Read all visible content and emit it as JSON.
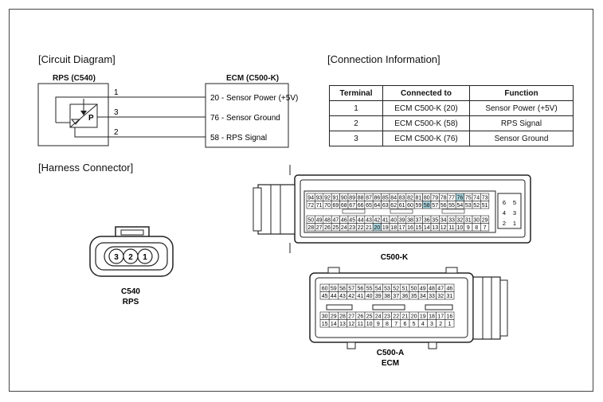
{
  "circuit": {
    "title": "[Circuit Diagram]",
    "rps_label": "RPS (C540)",
    "ecm_label": "ECM (C500-K)",
    "rps_pins": [
      "1",
      "3",
      "2"
    ],
    "sensor_letter": "P",
    "ecm_pins": [
      "20 - Sensor Power (+5V)",
      "76 - Sensor Ground",
      "58 - RPS Signal"
    ]
  },
  "connection": {
    "title": "[Connection Information]",
    "headers": [
      "Terminal",
      "Connected to",
      "Function"
    ],
    "rows": [
      [
        "1",
        "ECM C500-K (20)",
        "Sensor Power (+5V)"
      ],
      [
        "2",
        "ECM C500-K (58)",
        "RPS Signal"
      ],
      [
        "3",
        "ECM C500-K (76)",
        "Sensor Ground"
      ]
    ]
  },
  "harness": {
    "title": "[Harness Connector]",
    "c540": {
      "pins": [
        "3",
        "2",
        "1"
      ],
      "name": "C540",
      "sub": "RPS"
    },
    "c500k": {
      "name": "C500-K",
      "row1": [
        "94",
        "93",
        "92",
        "91",
        "90",
        "89",
        "88",
        "87",
        "86",
        "85",
        "84",
        "83",
        "82",
        "81",
        "80",
        "79",
        "78",
        "77",
        "76",
        "75",
        "74",
        "73"
      ],
      "row2": [
        "72",
        "71",
        "70",
        "69",
        "68",
        "67",
        "66",
        "65",
        "64",
        "63",
        "62",
        "61",
        "60",
        "59",
        "58",
        "57",
        "56",
        "55",
        "54",
        "53",
        "52",
        "51"
      ],
      "row3": [
        "50",
        "49",
        "48",
        "47",
        "46",
        "45",
        "44",
        "43",
        "42",
        "41",
        "40",
        "39",
        "38",
        "37",
        "36",
        "35",
        "34",
        "33",
        "32",
        "31",
        "30",
        "29"
      ],
      "row4": [
        "28",
        "27",
        "26",
        "25",
        "24",
        "23",
        "22",
        "21",
        "20",
        "19",
        "18",
        "17",
        "16",
        "15",
        "14",
        "13",
        "12",
        "11",
        "10",
        "9",
        "8",
        "7"
      ],
      "small": [
        [
          "6",
          "5"
        ],
        [
          "4",
          "3"
        ],
        [
          "2",
          "1"
        ]
      ],
      "highlight": [
        "76",
        "58",
        "20"
      ],
      "highlight_color": "#a9d4dd"
    },
    "c500a": {
      "name": "C500-A",
      "sub": "ECM",
      "row1": [
        "60",
        "59",
        "58",
        "57",
        "56",
        "55",
        "54",
        "53",
        "52",
        "51",
        "50",
        "49",
        "48",
        "47",
        "46"
      ],
      "row2": [
        "45",
        "44",
        "43",
        "42",
        "41",
        "40",
        "39",
        "38",
        "37",
        "36",
        "35",
        "34",
        "33",
        "32",
        "31"
      ],
      "row3": [
        "30",
        "29",
        "28",
        "27",
        "26",
        "25",
        "24",
        "23",
        "22",
        "21",
        "20",
        "19",
        "18",
        "17",
        "16"
      ],
      "row4": [
        "15",
        "14",
        "13",
        "12",
        "11",
        "10",
        "9",
        "8",
        "7",
        "6",
        "5",
        "4",
        "3",
        "2",
        "1"
      ]
    }
  }
}
